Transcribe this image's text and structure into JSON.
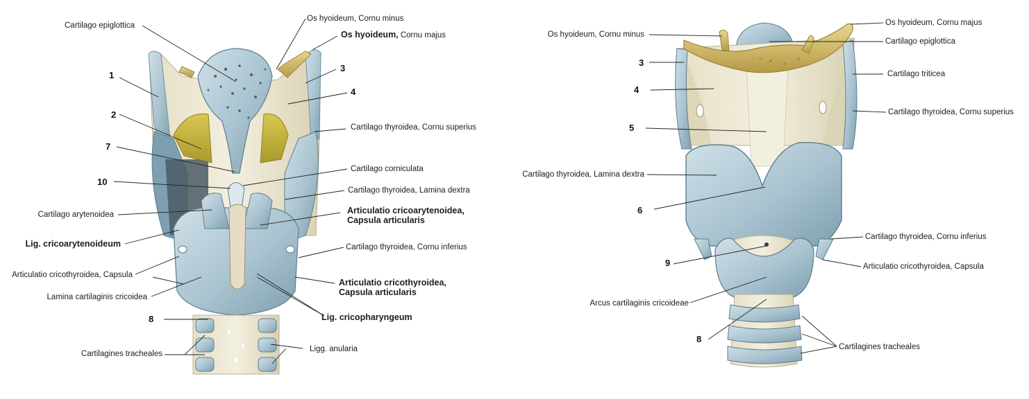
{
  "colors": {
    "cartilage": "#a9c3d0",
    "cartilage_light": "#cfe0e8",
    "cartilage_dark": "#7e9fb0",
    "bone": "#d9c47a",
    "bone_dark": "#b59a45",
    "membrane": "#ece8d6",
    "fat": "#cdb83a",
    "shadow": "#4a5c66",
    "line": "#222222"
  },
  "left_view": {
    "labels": {
      "cartilago_epiglottica": "Cartilago epiglottica",
      "os_hyoideum_cornu_minus": "Os hyoideum, Cornu minus",
      "os_hyoideum_bold": "Os hyoideum,",
      "cornu_majus": " Cornu majus",
      "thyroidea_cornu_superius": "Cartilago thyroidea, Cornu superius",
      "cartilago_corniculata": "Cartilago corniculata",
      "thyroidea_lamina_dextra": "Cartilago thyroidea, Lamina dextra",
      "cricoarytenoidea_capsula": "Articulatio cricoarytenoidea,\nCapsula articularis",
      "thyroidea_cornu_inferius": "Cartilago thyroidea, Cornu inferius",
      "cricothyroidea_capsula_articularis": "Articulatio cricothyroidea,\nCapsula articularis",
      "lig_cricopharyngeum": "Lig. cricopharyngeum",
      "ligg_anularia": "Ligg. anularia",
      "cartilago_arytenoidea": "Cartilago arytenoidea",
      "lig_cricoarytenoideum": "Lig. cricoarytenoideum",
      "cricothyroidea_capsula": "Articulatio cricothyroidea, Capsula",
      "lamina_cricoidea": "Lamina cartilaginis cricoidea",
      "cartilagines_tracheales": "Cartilagines tracheales"
    },
    "numbers": {
      "n1": "1",
      "n2": "2",
      "n3": "3",
      "n4": "4",
      "n7": "7",
      "n10": "10",
      "n8": "8"
    }
  },
  "right_view": {
    "labels": {
      "os_hyoideum_cornu_minus": "Os hyoideum, Cornu minus",
      "os_hyoideum_cornu_majus": "Os hyoideum, Cornu majus",
      "cartilago_epiglottica": "Cartilago epiglottica",
      "cartilago_triticea": "Cartilago triticea",
      "thyroidea_cornu_superius": "Cartilago thyroidea, Cornu superius",
      "thyroidea_lamina_dextra": "Cartilago thyroidea, Lamina dextra",
      "thyroidea_cornu_inferius": "Cartilago thyroidea, Cornu inferius",
      "cricothyroidea_capsula": "Articulatio cricothyroidea, Capsula",
      "arcus_cricoideae": "Arcus cartilaginis cricoideae",
      "cartilagines_tracheales": "Cartilagines tracheales"
    },
    "numbers": {
      "n3": "3",
      "n4": "4",
      "n5": "5",
      "n6": "6",
      "n9": "9",
      "n8": "8"
    }
  }
}
